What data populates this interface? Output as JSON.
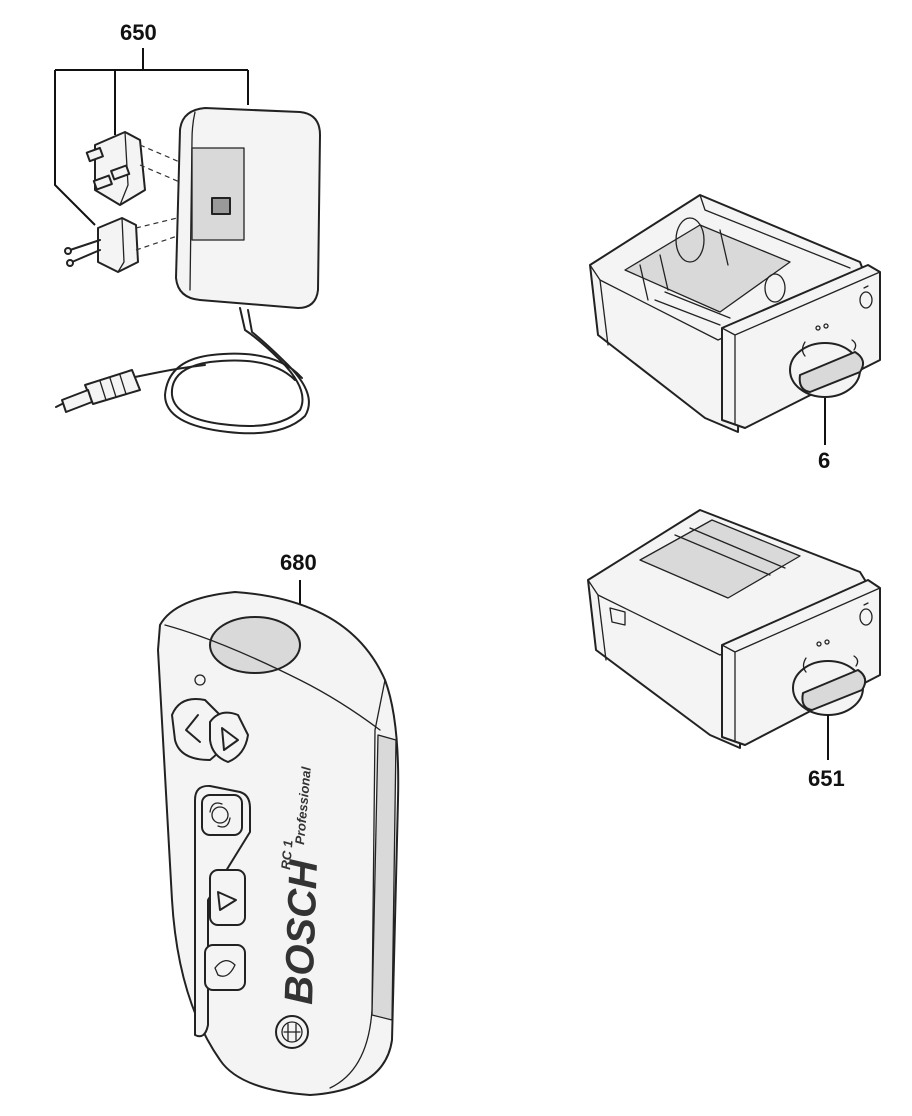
{
  "parts": {
    "power_adapter": {
      "label": "650"
    },
    "battery_box_open": {
      "label": "6"
    },
    "battery_pack": {
      "label": "651"
    },
    "remote_control": {
      "label": "680"
    }
  },
  "remote_branding": {
    "brand": "BOSCH",
    "model_line1": "RC 1",
    "model_line2": "Professional"
  }
}
